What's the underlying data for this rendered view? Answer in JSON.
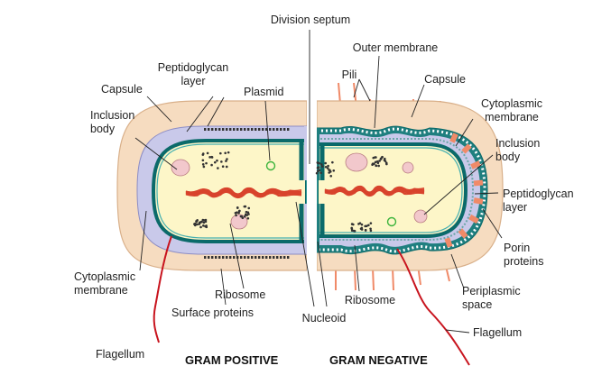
{
  "labels": {
    "division_septum": "Division septum",
    "outer_membrane": "Outer membrane",
    "pili": "Pili",
    "capsule_right": "Capsule",
    "cytoplasmic_membrane_right": "Cytoplasmic\nmembrane",
    "inclusion_body_right": "Inclusion\nbody",
    "peptidoglycan_right": "Peptidoglycan\nlayer",
    "porin_proteins": "Porin\nproteins",
    "periplasmic_space": "Periplasmic\nspace",
    "flagellum_right": "Flagellum",
    "ribosome_right": "Ribosome",
    "nucleoid": "Nucleoid",
    "peptidoglycan_left": "Peptidoglycan\nlayer",
    "capsule_left": "Capsule",
    "plasmid": "Plasmid",
    "inclusion_body_left": "Inclusion\nbody",
    "cytoplasmic_membrane_left": "Cytoplasmic\nmembrane",
    "ribosome_left": "Ribosome",
    "surface_proteins": "Surface proteins",
    "flagellum_left": "Flagellum"
  },
  "titles": {
    "gram_positive": "GRAM POSITIVE",
    "gram_negative": "GRAM NEGATIVE"
  },
  "colors": {
    "capsule": "#f6dcc0",
    "capsule_edge": "#d9b08a",
    "peptidoglycan_thick": "#c9c9ea",
    "membrane": "#0b6a6a",
    "membrane_inner": "#46b0b0",
    "cytoplasm": "#fdf6c8",
    "dna": "#d8432c",
    "inclusion": "#f2c8cc",
    "ribosome": "#333333",
    "plasmid": "#3cb43c",
    "flagellum": "#c8141e",
    "porin": "#f08a68",
    "pili": "#f08a68",
    "leader": "#222222"
  }
}
